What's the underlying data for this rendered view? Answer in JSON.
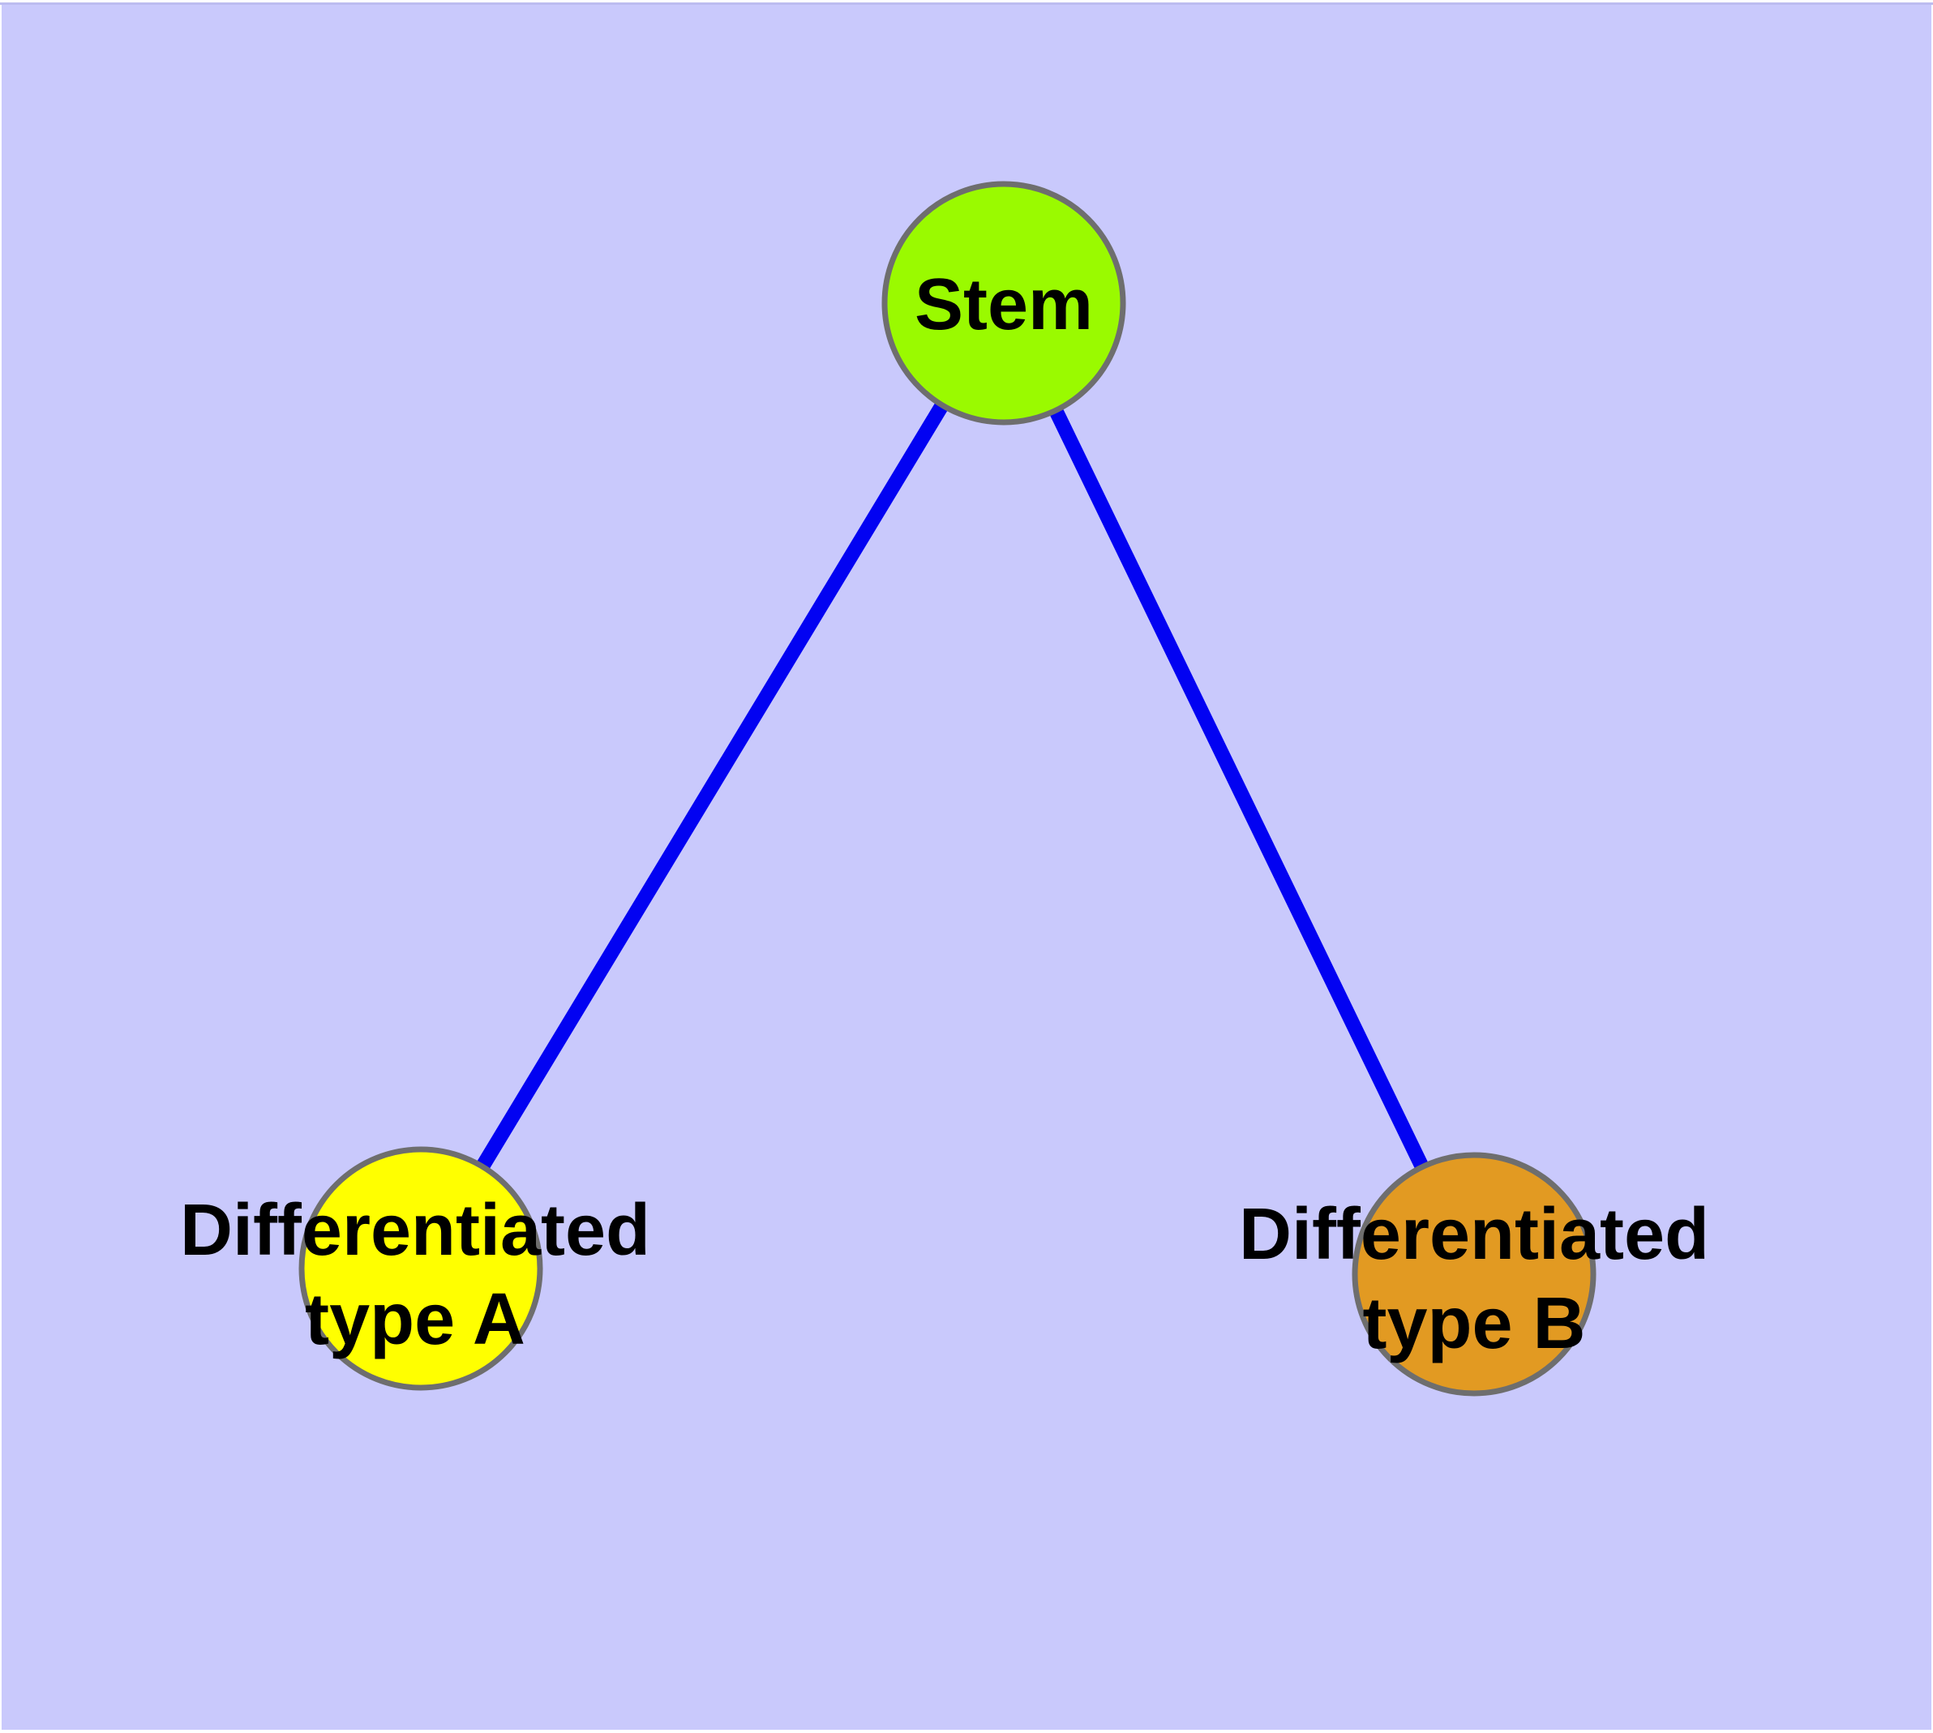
{
  "diagram": {
    "type": "node-link-graph",
    "background_color": "#C9C9FC",
    "frame_color": "#FFFFFF",
    "top_shadow_color": "#BCBCF0",
    "edge_color": "#0202F2",
    "node_border_color": "#6E6E6E",
    "label_color": "#000000",
    "nodes": [
      {
        "id": "stem",
        "label": "Stem",
        "fill": "#9AFA00"
      },
      {
        "id": "diff-a",
        "label_line1": "Differentiated",
        "label_line2": "type A",
        "fill": "#FFFF00"
      },
      {
        "id": "diff-b",
        "label_line1": "Differentiated",
        "label_line2": "type B",
        "fill": "#E29A22"
      }
    ],
    "edges": [
      {
        "from": "stem",
        "to": "diff-a"
      },
      {
        "from": "stem",
        "to": "diff-b"
      }
    ]
  }
}
